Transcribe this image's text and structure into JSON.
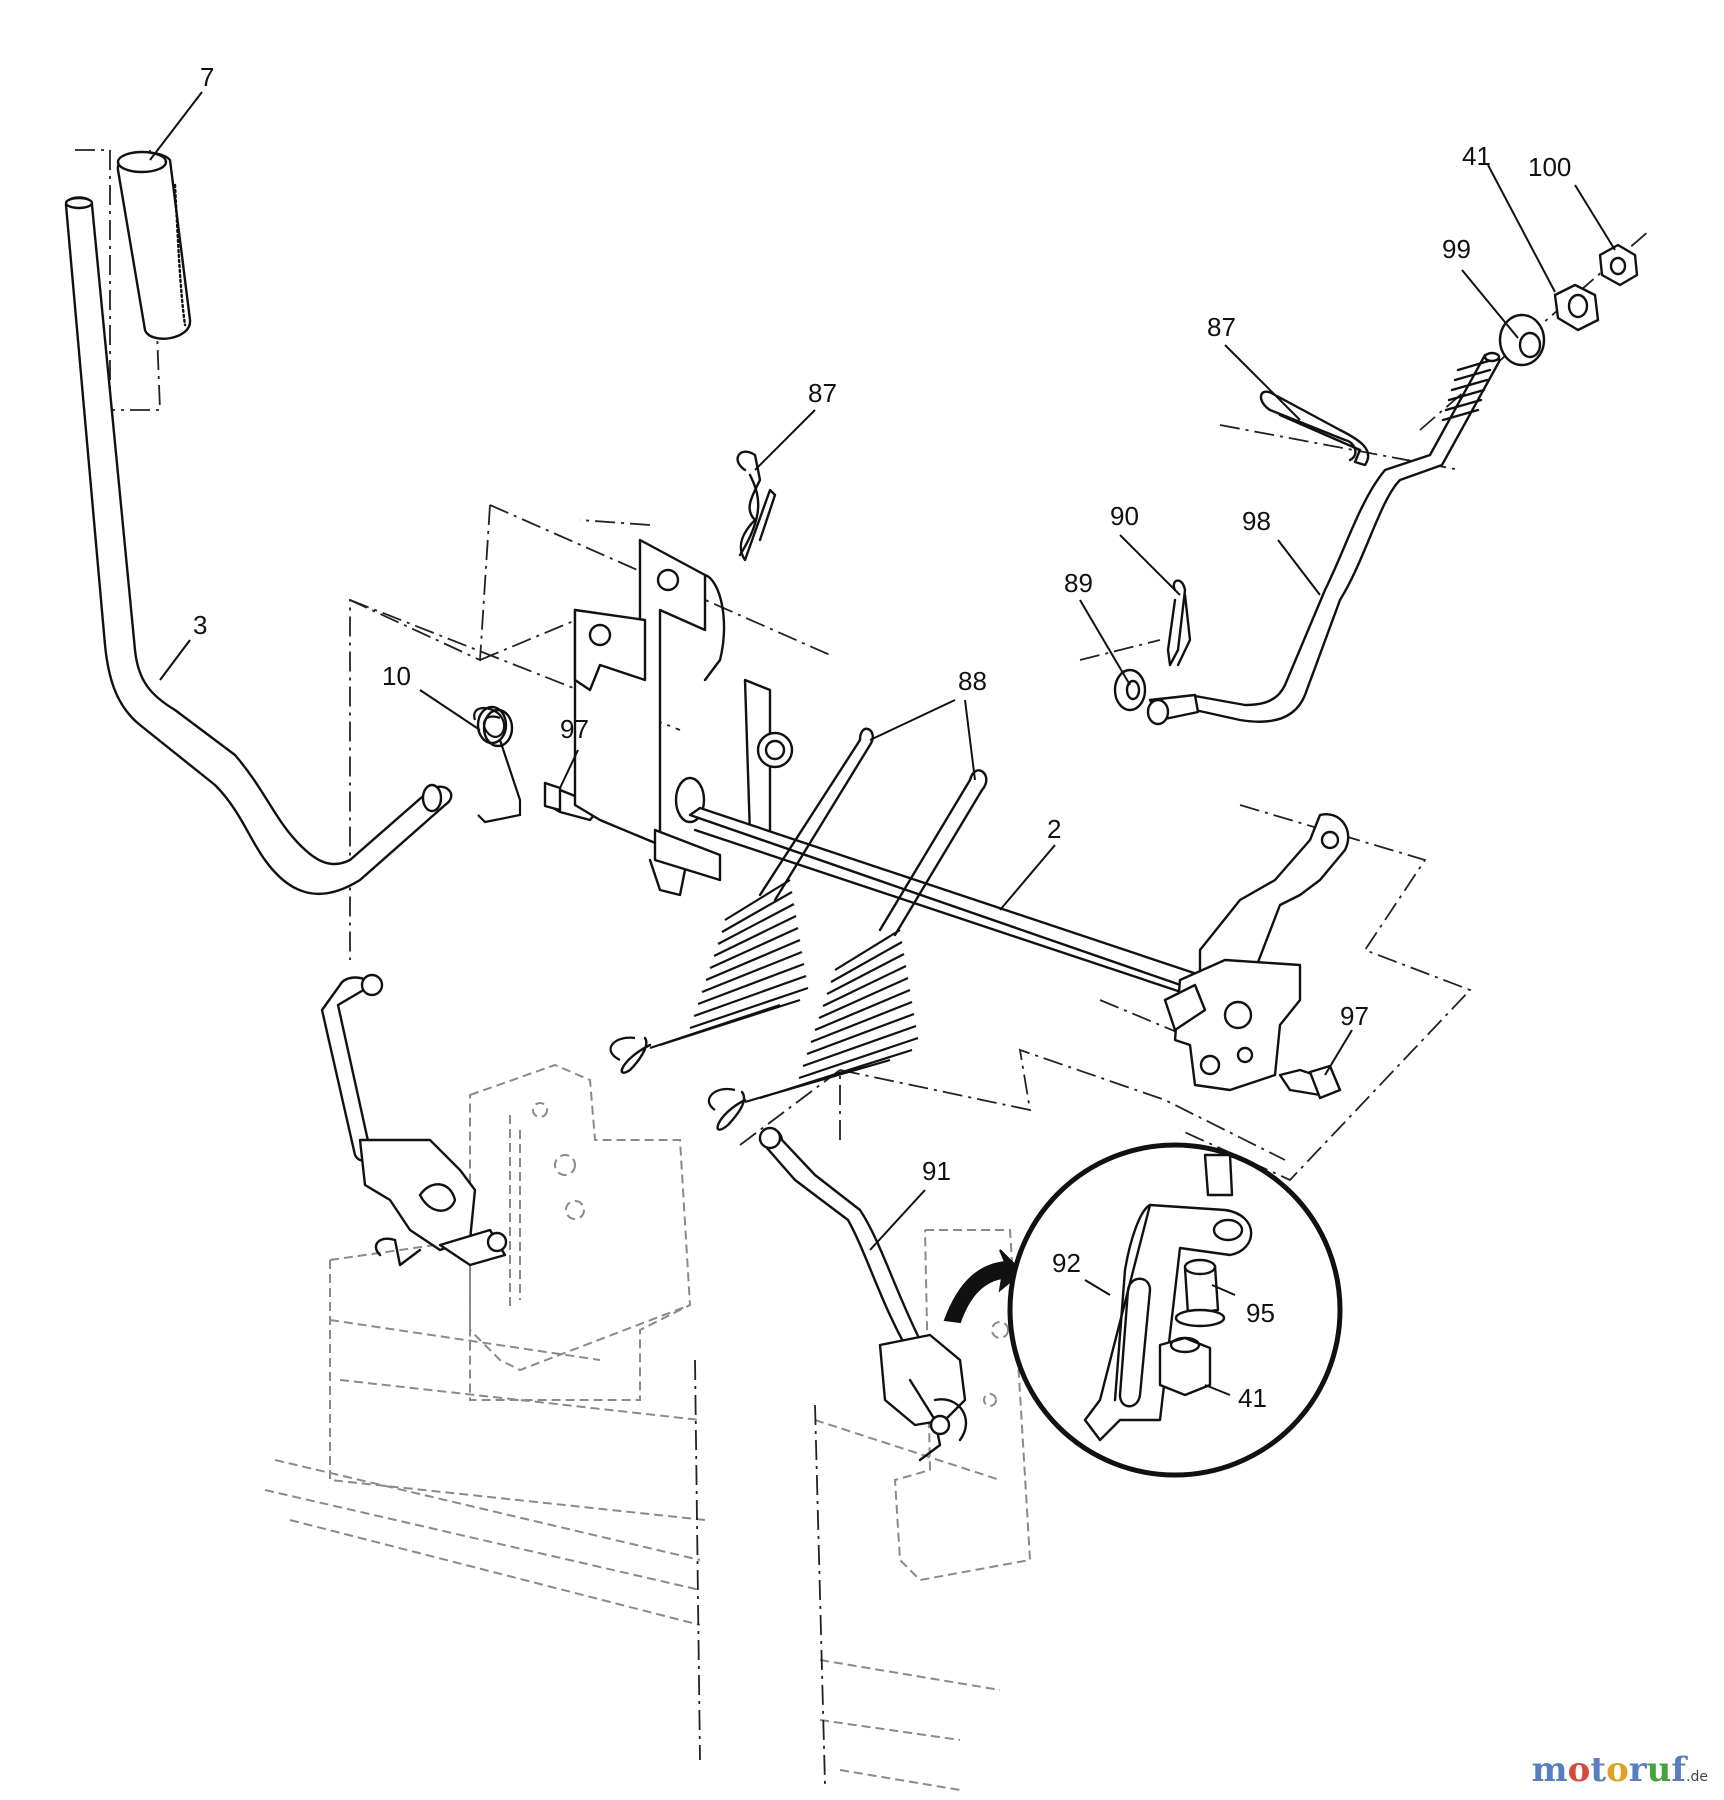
{
  "diagram": {
    "callouts": {
      "c7": "7",
      "c41_top": "41",
      "c100": "100",
      "c99": "99",
      "c87_right": "87",
      "c87_center": "87",
      "c90": "90",
      "c98": "98",
      "c89": "89",
      "c3": "3",
      "c10": "10",
      "c97_left": "97",
      "c88": "88",
      "c2": "2",
      "c97_right": "97",
      "c91": "91",
      "c92": "92",
      "c95": "95",
      "c41_detail": "41"
    }
  },
  "watermark": {
    "brand": "motoruf",
    "suffix": ".de",
    "colors": [
      "#5a7fbf",
      "#d44a3a",
      "#e0a020",
      "#4aa040"
    ]
  }
}
